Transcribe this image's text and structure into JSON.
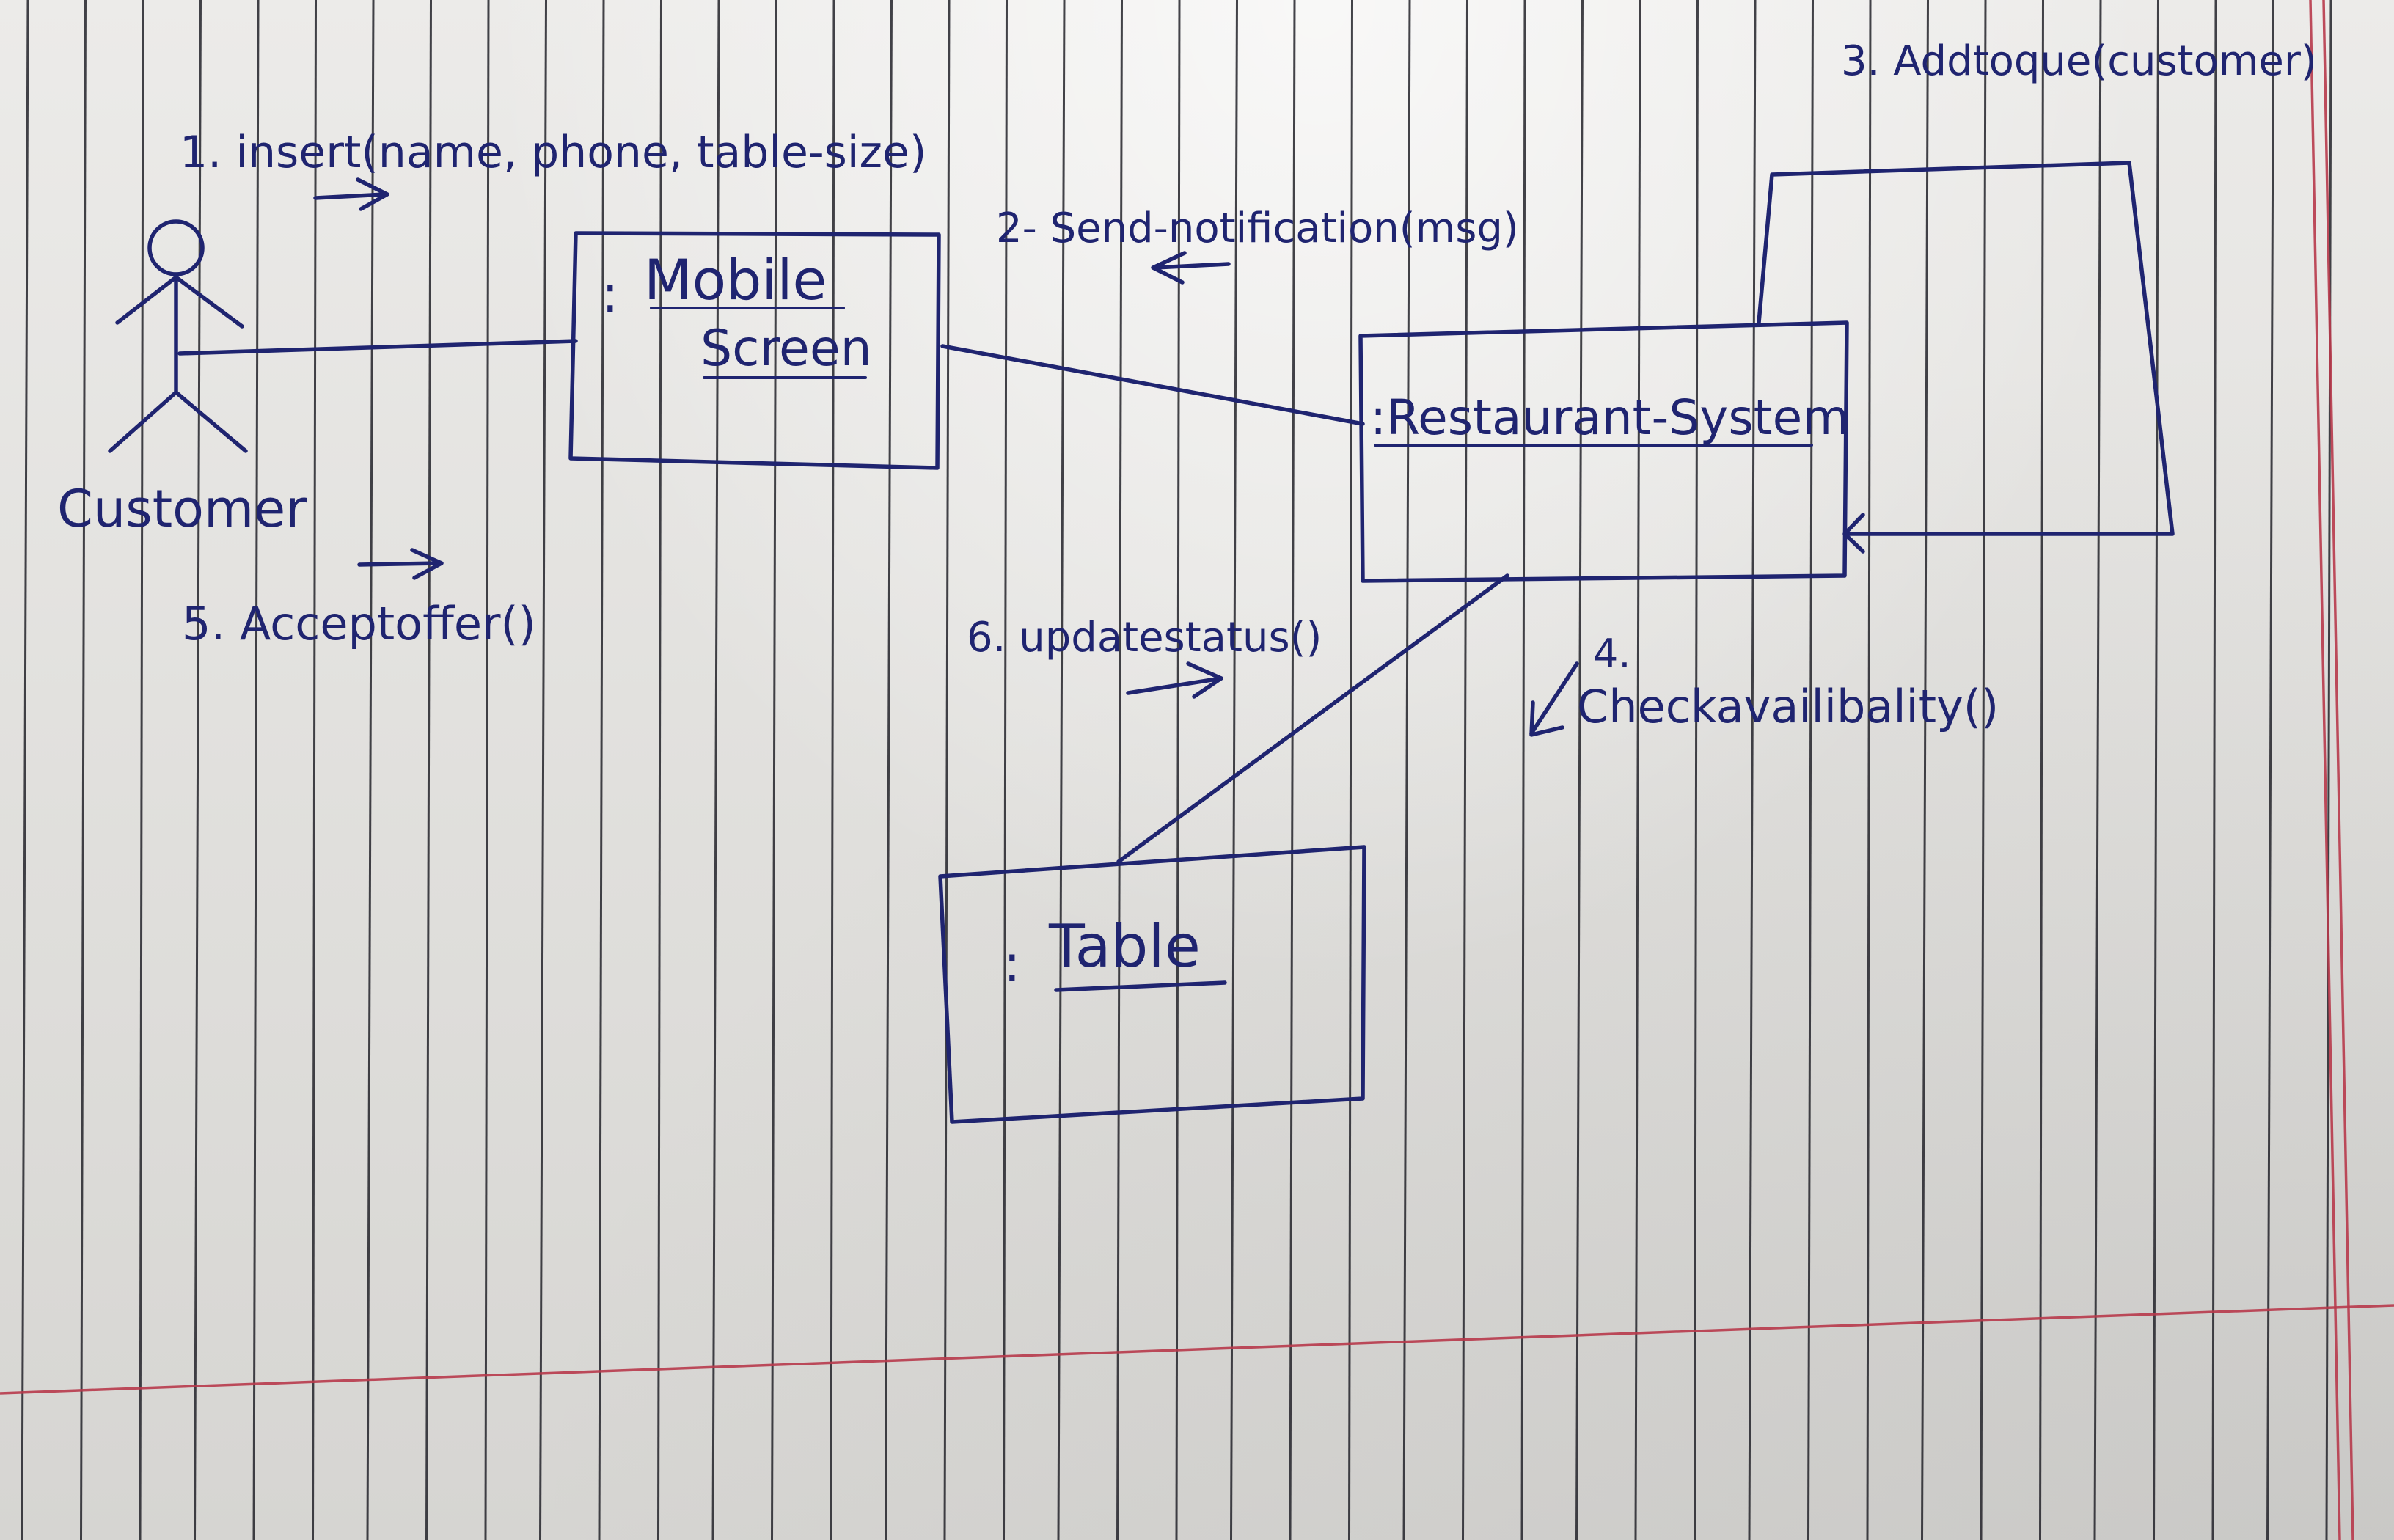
{
  "diagram": {
    "actor": {
      "name": "Customer"
    },
    "objects": {
      "mobile_screen": {
        "prefix": ":",
        "line1": "Mobile",
        "line2": "Screen"
      },
      "restaurant_system": {
        "name": ":Restaurant-System"
      },
      "table": {
        "prefix": ":",
        "name": "Table"
      }
    },
    "messages": [
      {
        "label": "1. insert(name, phone, table-size)",
        "direction": "right"
      },
      {
        "label": "2- Send-notification(msg)",
        "direction": "left"
      },
      {
        "label": "3. Addtoque(customer)",
        "direction": "self"
      },
      {
        "number": "4.",
        "label": "Checkavailibality()",
        "direction": "down-left"
      },
      {
        "label": "5. Acceptoffer()",
        "direction": "right"
      },
      {
        "label": "6. updatestatus()",
        "direction": "right"
      }
    ]
  },
  "colors": {
    "ink": "#1f2470",
    "rule": "#23232a",
    "margin_rule": "#b83a4c"
  }
}
